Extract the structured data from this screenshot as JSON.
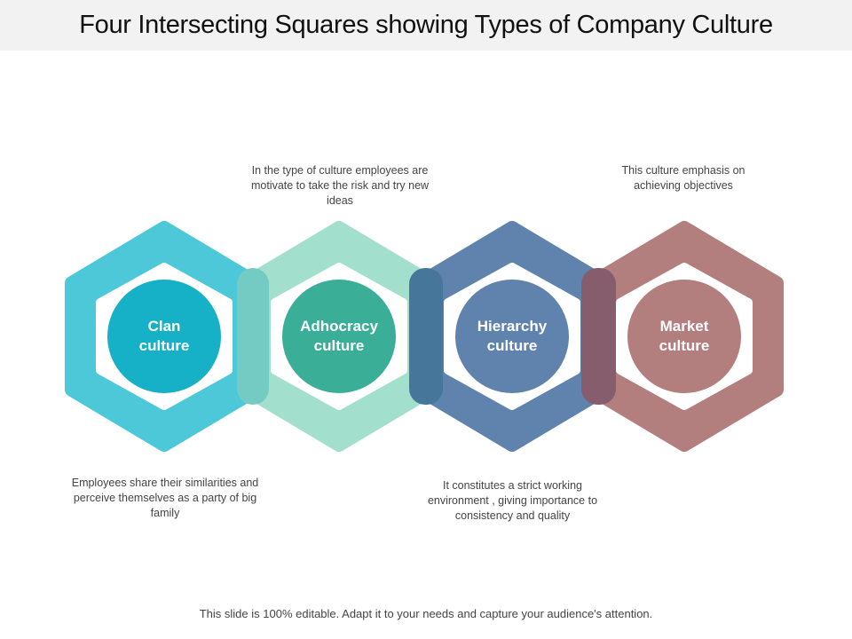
{
  "title": "Four Intersecting Squares showing Types of Company Culture",
  "nodes": [
    {
      "label_line1": "Clan",
      "label_line2": "culture",
      "ring_color": "#4dc8d8",
      "circle_color": "#16b1c6",
      "description": "Employees share their similarities and perceive  themselves as a party of big family",
      "description_position": "below"
    },
    {
      "label_line1": "Adhocracy",
      "label_line2": "culture",
      "ring_color": "#a3dfcd",
      "circle_color": "#3bae98",
      "description": "In the type of culture employees are motivate to take the risk and try new ideas",
      "description_position": "above"
    },
    {
      "label_line1": "Hierarchy",
      "label_line2": "culture",
      "ring_color": "#6083ae",
      "circle_color": "#6083ae",
      "description": "It constitutes a strict working environment , giving importance to consistency and quality",
      "description_position": "below"
    },
    {
      "label_line1": "Market",
      "label_line2": "culture",
      "ring_color": "#b37e7e",
      "circle_color": "#b37e7e",
      "description": "This culture emphasis on achieving objectives",
      "description_position": "above"
    }
  ],
  "overlap_colors": [
    "#74cbc3",
    "#46779b",
    "#865d6c"
  ],
  "footer": "This slide is 100% editable.  Adapt it to your needs and capture your audience's attention."
}
